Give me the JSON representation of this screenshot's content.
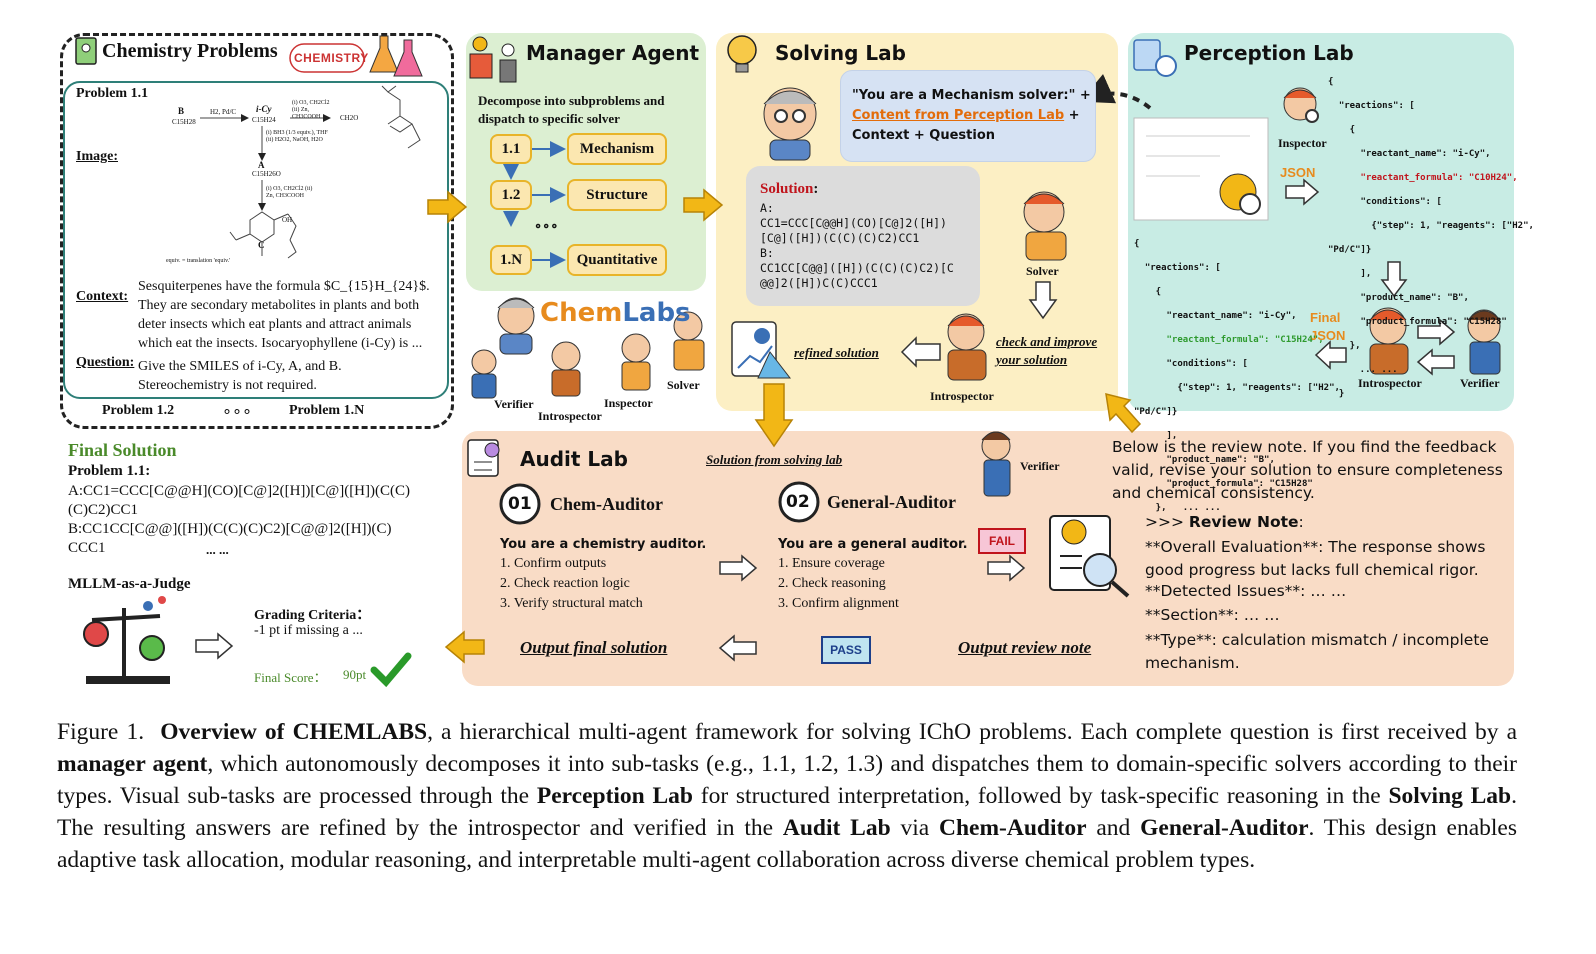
{
  "problems": {
    "title": "Chemistry Problems",
    "badge": "CHEMISTRY",
    "p11": "Problem 1.1",
    "image_label": "Image:",
    "context_label": "Context:",
    "context_text": "Sesquiterpenes have the formula $C_{15}H_{24}$. They are secondary metabolites in plants and both deter insects which eat plants and attract animals which eat the insects. Isocaryophyllene (i-Cy) is ...",
    "question_label": "Question:",
    "question_text": "Give the SMILES of i-Cy, A, and B. Stereochemistry is not required.",
    "p12": "Problem 1.2",
    "ellipsis": "∘∘∘",
    "p1n": "Problem 1.N",
    "scheme": {
      "b": "B",
      "b_formula": "C15H28",
      "h2": "H2, Pd/C",
      "icy": "i-Cy",
      "icy_formula": "C15H24",
      "reagents1": "(i) O3, CH2Cl2  (ii) Zn, CH3COOH",
      "product1": "CH2O",
      "reagents2": "(i) BH3 (1/3 equiv.), THF  (ii) H2O2, NaOH, H2O",
      "a": "A",
      "a_formula": "C15H26O",
      "reagents3": "(i) O3, CH2Cl2  (ii) Zn, CH3COOH",
      "c": "C",
      "oh": "OH",
      "note": "equiv. = translation 'equiv.'"
    }
  },
  "manager": {
    "title": "Manager Agent",
    "desc": "Decompose into subproblems and dispatch to specific solver",
    "items": [
      {
        "id": "1.1",
        "solver": "Mechanism"
      },
      {
        "id": "1.2",
        "solver": "Structure"
      },
      {
        "id": "1.N",
        "solver": "Quantitative"
      }
    ],
    "dots": "∘∘∘"
  },
  "chemlabs": {
    "logo_chem": "Chem",
    "logo_labs": "Labs",
    "roles": [
      "Verifier",
      "Introspector",
      "Inspector",
      "Solver"
    ]
  },
  "solving": {
    "title": "Solving Lab",
    "prompt1": "\"You are a Mechanism solver:\" +",
    "prompt2": "Content from Perception Lab",
    "prompt2b": " +",
    "prompt3": "Context + Question",
    "solution_label": "Solution",
    "solution_colon": ":",
    "sol_lines": [
      "A:",
      "CC1=CCC[C@@H](CO)[C@]2([H])",
      "[C@]([H])(C(C)(C)C2)CC1",
      "B:",
      "CC1CC[C@@]([H])(C(C)(C)C2)[C",
      "@@]2([H])C(C)CCC1"
    ],
    "solver": "Solver",
    "check": "check and improve",
    "check2": "your solution",
    "refined": "refined solution",
    "introspector": "Introspector"
  },
  "perception": {
    "title": "Perception Lab",
    "inspector": "Inspector",
    "json": "JSON",
    "final": "Final",
    "final2": "JSON",
    "introspector": "Introspector",
    "verifier": "Verifier",
    "json1": [
      "{",
      "  \"reactions\": [",
      "    {",
      "      \"reactant_name\": \"i-Cy\",",
      "      \"reactant_formula\": \"C10H24\",",
      "      \"conditions\": [",
      "        {\"step\": 1, \"reagents\": [\"H2\",",
      "\"Pd/C\"]}",
      "      ],",
      "      \"product_name\": \"B\",",
      "      \"product_formula\": \"C15H28\"",
      "    },",
      "    ... ...",
      "  }"
    ],
    "json2": [
      "{",
      "  \"reactions\": [",
      "    {",
      "      \"reactant_name\": \"i-Cy\",",
      "      \"reactant_formula\": \"C15H24\",",
      "      \"conditions\": [",
      "        {\"step\": 1, \"reagents\": [\"H2\",",
      "\"Pd/C\"]}",
      "      ],",
      "      \"product_name\": \"B\",",
      "      \"product_formula\": \"C15H28\"",
      "    },   ... ..."
    ]
  },
  "audit": {
    "title": "Audit Lab",
    "from": "Solution from solving lab",
    "verifier": "Verifier",
    "chem_num": "01",
    "chem_title": "Chem-Auditor",
    "chem_role": "You are a chemistry auditor.",
    "chem_items": [
      "1. Confirm outputs",
      "2. Check reaction logic",
      "3. Verify structural match"
    ],
    "gen_num": "02",
    "gen_title": "General-Auditor",
    "gen_role": "You are a general auditor.",
    "gen_items": [
      "1. Ensure coverage",
      "2. Check reasoning",
      "3. Confirm alignment"
    ],
    "fail": "FAIL",
    "pass": "PASS",
    "output_final": "Output final solution",
    "output_review": "Output review note",
    "review_intro": "Below is the review note. If you find the feedback valid, revise your solution to ensure completeness and chemical consistency.",
    "review_head_prefix": ">>> ",
    "review_head": "Review Note",
    "review_colon": ":",
    "review_lines": [
      "**Overall Evaluation**: The response shows good progress but lacks full chemical rigor.",
      "**Detected Issues**:  … …",
      "**Section**: … …",
      "**Type**: calculation mismatch / incomplete mechanism."
    ]
  },
  "final": {
    "title": "Final Solution",
    "problem": "Problem 1.1:",
    "a_line": "A:CC1=CCC[C@@H](CO)[C@]2([H])[C@]([H])(C(C)",
    "a_line2": "(C)C2)CC1",
    "b_line": "B:CC1CC[C@@]([H])(C(C)(C)C2)[C@@]2([H])(C)",
    "b_line2": "CCC1",
    "dots": "... ...",
    "judge": "MLLM-as-a-Judge",
    "criteria": "Grading Criteria：",
    "criteria_item": "-1 pt if missing a ...",
    "score_label": "Final Score：",
    "score": "90pt"
  },
  "caption": {
    "fig": "Figure 1.",
    "bold1": "Overview of CHEMLABS",
    "t1": ", a hierarchical multi-agent framework for solving IChO problems.  Each complete question is first received by a ",
    "bold2": "manager agent",
    "t2": ", which autonomously decomposes it into sub-tasks (e.g., 1.1, 1.2, 1.3) and dispatches them to domain-specific solvers according to their types. Visual sub-tasks are processed through the ",
    "bold3": "Perception Lab",
    "t3": " for structured interpretation, followed by task-specific reasoning in the ",
    "bold4": "Solving Lab",
    "t4": ".  The resulting answers are refined by the introspector and verified in the ",
    "bold5": "Audit Lab",
    "t5": " via ",
    "bold6": "Chem-Auditor",
    "t6": " and ",
    "bold7": "General-Auditor",
    "t7": ".  This design enables adaptive task allocation, modular reasoning, and interpretable multi-agent collaboration across diverse chemical problem types."
  },
  "colors": {
    "manager_bg": "#dcefd2",
    "solving_bg": "#fcefc4",
    "perception_bg": "#c8ece4",
    "audit_bg": "#f9dcc6",
    "prompt_bg": "#d6e2f3",
    "solution_bg": "#dcdcdc",
    "arrow": "#f2b716",
    "teal": "#2e7f78",
    "red": "#c0141c",
    "orange": "#e36c0a",
    "green": "#4a8a2a"
  }
}
